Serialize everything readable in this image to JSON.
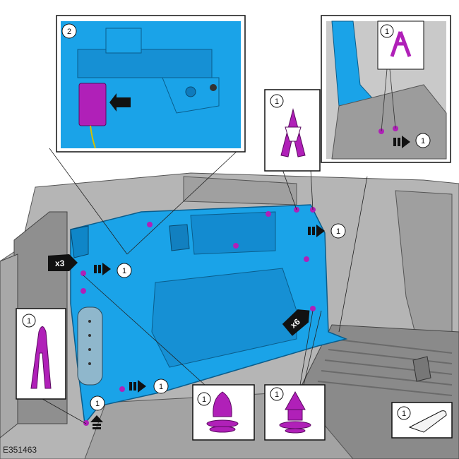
{
  "figure": {
    "id_label": "E351463",
    "detail_connector": {
      "callout": "2"
    },
    "detail_clip_top": {
      "callout": "1",
      "arrow_callout": "1"
    },
    "detail_clip_mid": {
      "callout": "1"
    },
    "detail_clip_left": {
      "callout": "1"
    },
    "detail_pin": {
      "callout": "1"
    },
    "detail_push_pin": {
      "callout": "1"
    },
    "detail_tool": {
      "callout": "1"
    },
    "multipliers": {
      "left": "x3",
      "right": "x6"
    },
    "arrow_callouts": {
      "right_upper": "1",
      "left_upper": "1",
      "left_lower": "1",
      "bottom_left": "1"
    }
  },
  "colors": {
    "panel_blue": "#1aa3e8",
    "panel_blue_dark": "#0e7fc0",
    "fastener_magenta": "#b020b8",
    "vehicle_gray": "#9a9a9a",
    "vehicle_gray_dark": "#6e6e6e",
    "outline": "#111111"
  }
}
